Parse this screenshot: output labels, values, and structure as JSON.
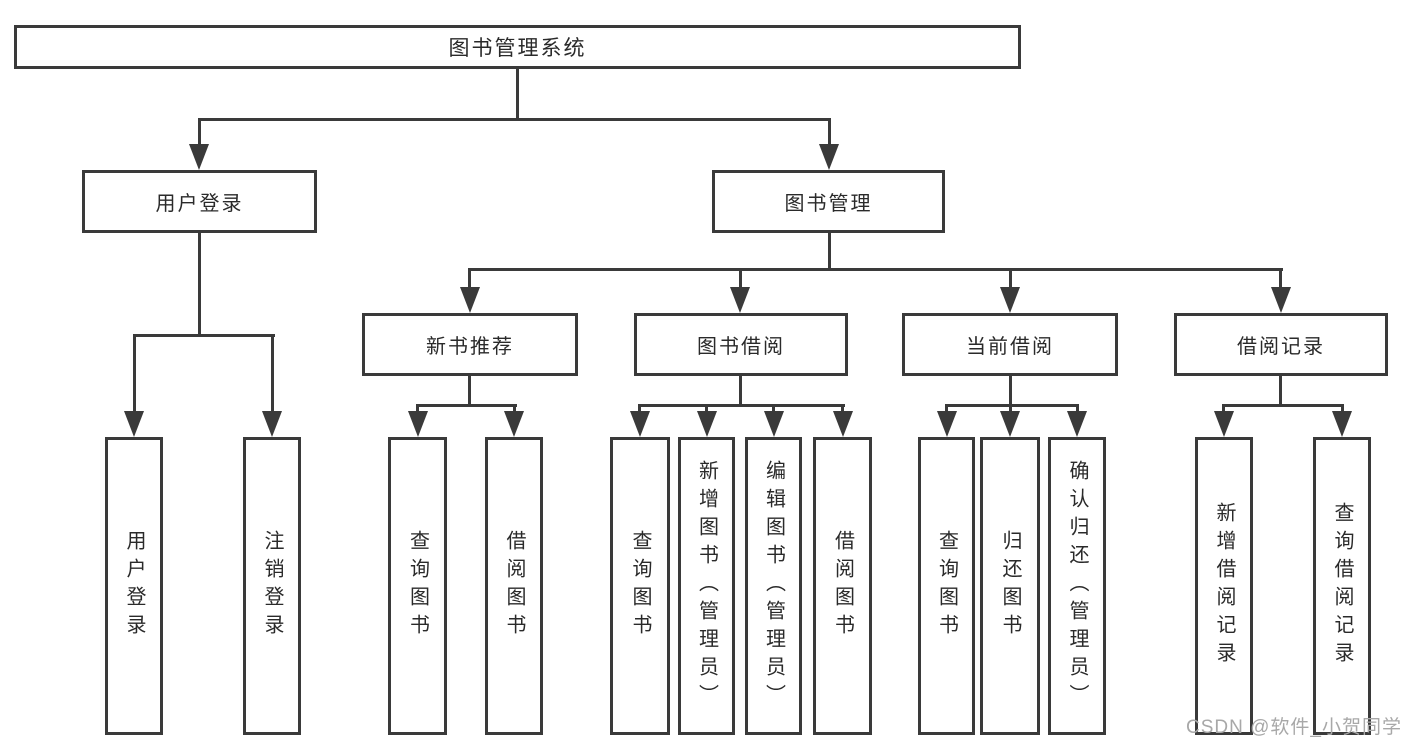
{
  "diagram": {
    "title": "图书管理系统",
    "level2": {
      "user_login": "用户登录",
      "book_management": "图书管理"
    },
    "level3": {
      "new_book_recommend": "新书推荐",
      "book_borrowing": "图书借阅",
      "current_borrowing": "当前借阅",
      "borrowing_records": "借阅记录"
    },
    "leaves": {
      "user_login": "用户登录",
      "logout": "注销登录",
      "recommend_query_books": "查询图书",
      "recommend_borrow_books": "借阅图书",
      "borrowing_query_books": "查询图书",
      "borrowing_add_books_admin": "新增图书（管理员）",
      "borrowing_edit_books_admin": "编辑图书（管理员）",
      "borrowing_borrow_books": "借阅图书",
      "current_query_books": "查询图书",
      "current_return_books": "归还图书",
      "current_confirm_return_admin": "确认归还（管理员）",
      "records_add_record": "新增借阅记录",
      "records_query_record": "查询借阅记录"
    }
  },
  "watermark": {
    "text": "CSDN @软件_小贺同学"
  },
  "colors": {
    "line": "#3a3a3a",
    "text": "#2a2a2a",
    "background": "#ffffff",
    "watermark": "#a8a8a8"
  }
}
